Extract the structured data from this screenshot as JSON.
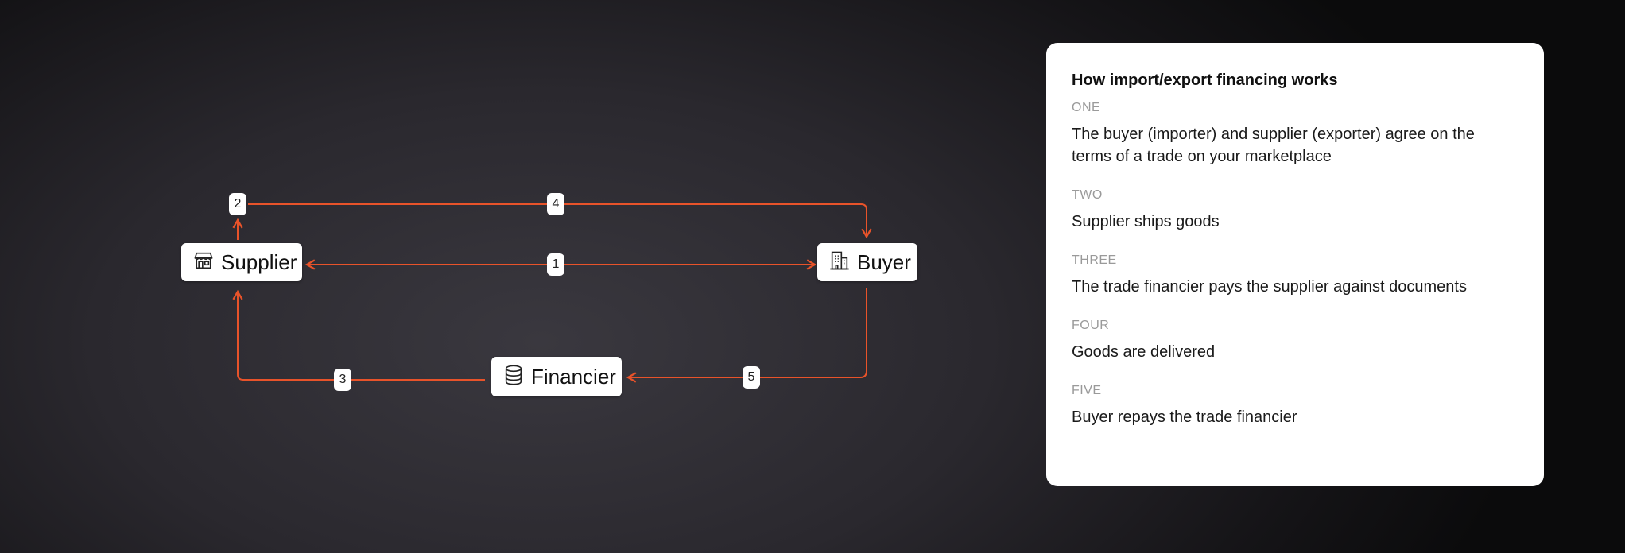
{
  "diagram": {
    "nodes": {
      "supplier": {
        "label": "Supplier",
        "icon": "store-icon"
      },
      "buyer": {
        "label": "Buyer",
        "icon": "building-icon"
      },
      "financier": {
        "label": "Financier",
        "icon": "database-icon"
      }
    },
    "badges": [
      "1",
      "2",
      "3",
      "4",
      "5"
    ],
    "accent_color": "#e8532a"
  },
  "panel": {
    "title": "How import/export financing works",
    "steps": [
      {
        "num": "ONE",
        "text": "The buyer (importer) and supplier (exporter) agree on the terms of a trade on your marketplace"
      },
      {
        "num": "TWO",
        "text": "Supplier ships goods"
      },
      {
        "num": "THREE",
        "text": "The trade financier pays the supplier against documents"
      },
      {
        "num": "FOUR",
        "text": "Goods are delivered"
      },
      {
        "num": "FIVE",
        "text": "Buyer repays the trade financier"
      }
    ]
  }
}
